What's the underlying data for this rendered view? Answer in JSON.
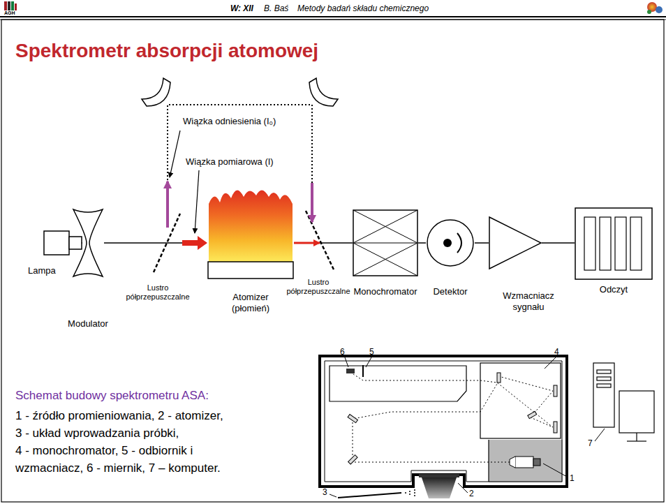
{
  "diagram": {
    "title": "Spektrometr absorpcji atomowej",
    "nodes": [
      {
        "text": [
          "Lampa"
        ]
      },
      {
        "text": [
          "Modulator"
        ]
      },
      {
        "text": [
          "Atomizer (płomień)"
        ]
      },
      {
        "text": [
          "Monochromator"
        ]
      },
      {
        "text": [
          "Detektor"
        ]
      },
      {
        "text": [
          "Wzmacniacz sygnału"
        ]
      },
      {
        "text": [
          "Odczyt"
        ]
      }
    ],
    "edges": [
      {
        "from": 0,
        "to": 1,
        "arrow": "none"
      },
      {
        "from": 1,
        "to": 2,
        "arrow": "to"
      },
      {
        "from": 2,
        "to": 3,
        "arrow": "none"
      },
      {
        "from": 3,
        "to": 4,
        "arrow": "none"
      },
      {
        "from": 4,
        "to": 5,
        "arrow": "none"
      },
      {
        "from": 5,
        "to": 6,
        "arrow": "none"
      }
    ],
    "labels": [
      "AGH",
      "W: XII",
      "B. Baś",
      "Metody badań składu chemicznego",
      "Wiązka odniesienia (I₀)",
      "Wiązka pomiarowa (I)",
      "Lustro półprzepuszczalne",
      "Lustro półprzepuszczalne",
      "Schemat budowy spektrometru ASA:",
      "1 - źródło promieniowania, 2 - atomizer,",
      "3 - układ wprowadzania próbki,",
      "4 - monochromator, 5 - odbiornik i",
      "wzmacniacz, 6 - miernik, 7 – komputer.",
      "6",
      "5",
      "4",
      "1",
      "2",
      "3",
      "7"
    ]
  }
}
